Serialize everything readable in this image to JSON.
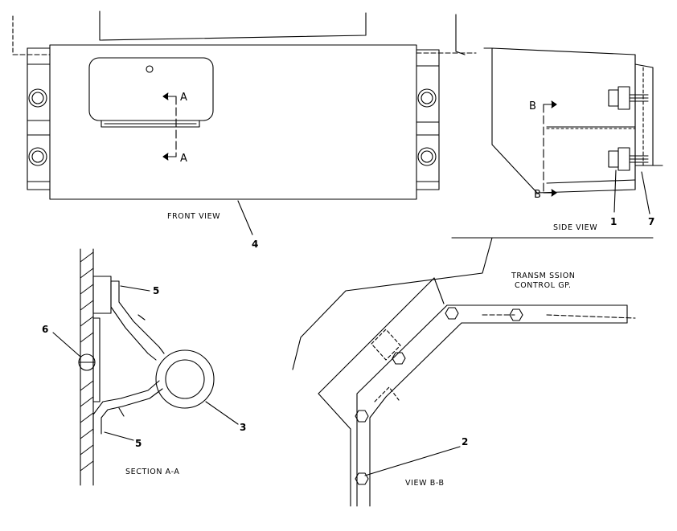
{
  "views": {
    "front": "FRONT VIEW",
    "side": "SIDE VIEW",
    "section": "SECTION A-A",
    "view_b": "VIEW B-B"
  },
  "group_label": {
    "line1": "TRANSM SSION",
    "line2": "CONTROL GP."
  },
  "cut_markers": {
    "a_upper": "A",
    "a_lower": "A",
    "b_upper": "B",
    "b_lower": "B"
  },
  "callouts": {
    "c1": "1",
    "c2": "2",
    "c3": "3",
    "c4": "4",
    "c5_upper": "5",
    "c5_lower": "5",
    "c6": "6",
    "c7": "7"
  }
}
